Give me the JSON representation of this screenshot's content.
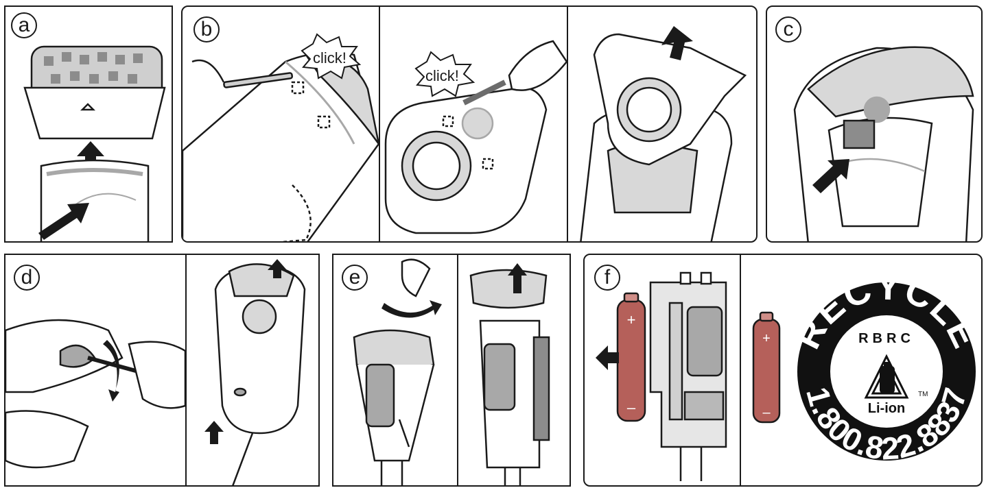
{
  "colors": {
    "line": "#1a1a1a",
    "light_gray": "#d8d8d8",
    "mid_gray": "#a8a8a8",
    "battery_red": "#b5605a",
    "light_red": "#d08e88",
    "seal_black": "#111111"
  },
  "panels": [
    {
      "id": "a",
      "label": "a"
    },
    {
      "id": "b",
      "label": "b",
      "bursts": [
        "click!",
        "click!"
      ]
    },
    {
      "id": "c",
      "label": "c"
    },
    {
      "id": "d",
      "label": "d"
    },
    {
      "id": "e",
      "label": "e"
    },
    {
      "id": "f",
      "label": "f"
    }
  ],
  "battery": {
    "plus": "+",
    "minus": "–"
  },
  "seal": {
    "top": "RECYCLE",
    "middle": "RBRC",
    "bottom": "1.800.822.8837",
    "chemistry": "Li-ion",
    "tm": "TM"
  }
}
